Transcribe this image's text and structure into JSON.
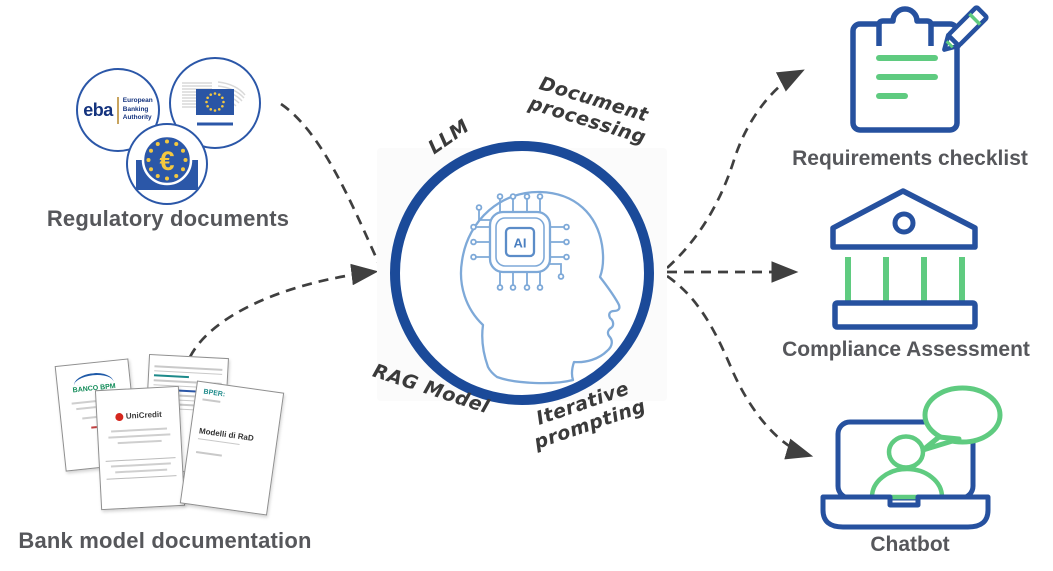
{
  "diagram": {
    "inputs": {
      "regulatory": {
        "label": "Regulatory documents",
        "eba_logo": {
          "abbr": "eba",
          "name_lines": [
            "European",
            "Banking",
            "Authority"
          ]
        },
        "ecb_logo": {
          "euro": "€"
        },
        "commission_logo": {
          "type": "eu-flag-with-documents"
        }
      },
      "bank_docs": {
        "label": "Bank model documentation",
        "documents": [
          {
            "title": "BANCO BPM"
          },
          {
            "title": "UniCredit"
          },
          {
            "title": ""
          },
          {
            "logo": "BPER:",
            "title": "Modelli di RaD"
          }
        ]
      }
    },
    "model": {
      "chip_label": "AI",
      "annotations": {
        "llm": "LLM",
        "document_processing": [
          "Document",
          "processing"
        ],
        "rag_model": "RAG Model",
        "iterative_prompting": [
          "Iterative",
          "prompting"
        ]
      }
    },
    "outputs": [
      {
        "label": "Requirements checklist",
        "icon": "checklist-pencil-icon"
      },
      {
        "label": "Compliance Assessment",
        "icon": "bank-building-icon"
      },
      {
        "label": "Chatbot",
        "icon": "chatbot-laptop-icon"
      }
    ],
    "colors": {
      "primary_blue": "#26519f",
      "circle_blue": "#1b4a99",
      "light_blue": "#7ea9d8",
      "green": "#5fcb80",
      "label_gray": "#56575b",
      "arrow_gray": "#3f3f3f",
      "eu_blue": "#2a55a5",
      "eu_yellow": "#f4c83f"
    }
  }
}
